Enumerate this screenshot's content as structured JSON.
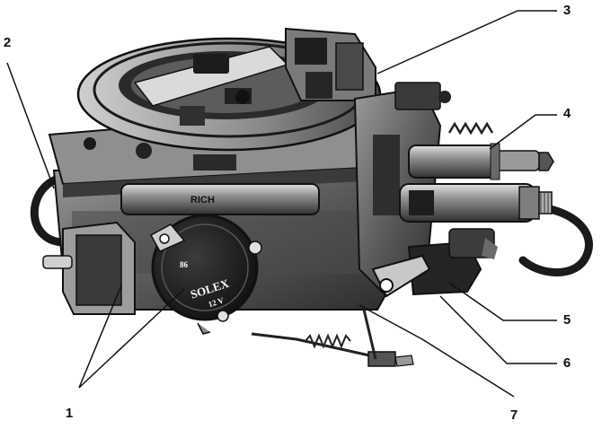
{
  "figure": {
    "callouts": [
      {
        "id": "c1",
        "label": "1"
      },
      {
        "id": "c2",
        "label": "2"
      },
      {
        "id": "c3",
        "label": "3"
      },
      {
        "id": "c4",
        "label": "4"
      },
      {
        "id": "c5",
        "label": "5"
      },
      {
        "id": "c6",
        "label": "6"
      },
      {
        "id": "c7",
        "label": "7"
      }
    ],
    "body_markings": {
      "rich": "RICH",
      "brand": "SOLEX",
      "voltage": "12 V",
      "code": "86"
    },
    "colors": {
      "ink": "#111111",
      "metal_dark": "#2a2a2a",
      "metal_mid": "#6e6e6e",
      "metal_light": "#b9b9b9",
      "paper": "#ffffff"
    }
  }
}
